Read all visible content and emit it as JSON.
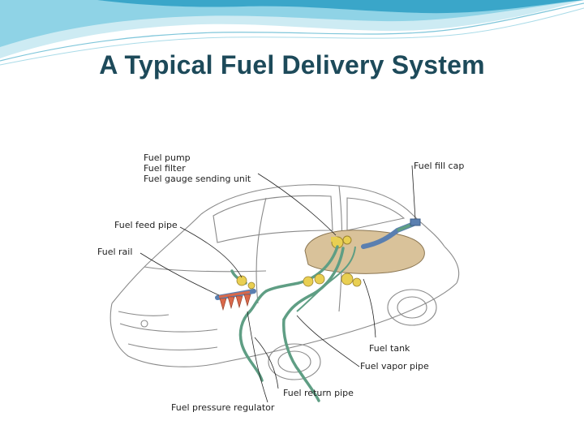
{
  "slide": {
    "title": "A Typical Fuel Delivery System"
  },
  "diagram": {
    "labels": {
      "fuel_pump": "Fuel pump",
      "fuel_filter": "Fuel filter",
      "fuel_gauge_sending_unit": "Fuel gauge sending unit",
      "fuel_fill_cap": "Fuel fill cap",
      "fuel_feed_pipe": "Fuel feed pipe",
      "fuel_rail": "Fuel rail",
      "fuel_tank": "Fuel tank",
      "fuel_vapor_pipe": "Fuel vapor pipe",
      "fuel_return_pipe": "Fuel return pipe",
      "fuel_pressure_regulator": "Fuel pressure regulator"
    },
    "colors": {
      "pipe": "#5f9e84",
      "tank": "#d9c29a",
      "injector": "#d9684a",
      "component_yellow": "#e9cf52",
      "filler_blue": "#5a7fb0",
      "car_line": "#8a8a8a"
    }
  },
  "theme": {
    "title_color": "#1d4a5a",
    "wave_colors": [
      "#3aa6c9",
      "#7fcfe3",
      "#bfe6f0"
    ]
  }
}
